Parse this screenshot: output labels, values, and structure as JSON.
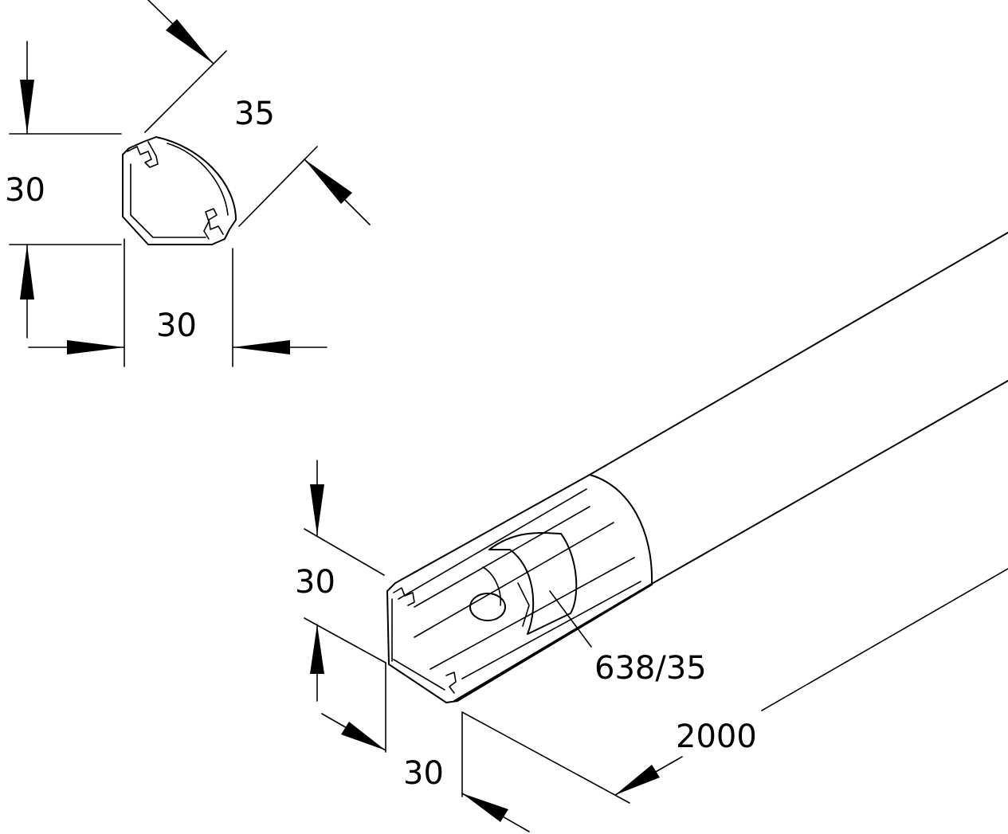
{
  "cross_section": {
    "diagonal_dimension": "35",
    "height_dimension": "30",
    "width_dimension": "30"
  },
  "isometric_view": {
    "height_dimension": "30",
    "width_dimension": "30",
    "length_dimension": "2000",
    "part_label": "638/35"
  },
  "colors": {
    "line": "#000000",
    "background": "#ffffff"
  }
}
